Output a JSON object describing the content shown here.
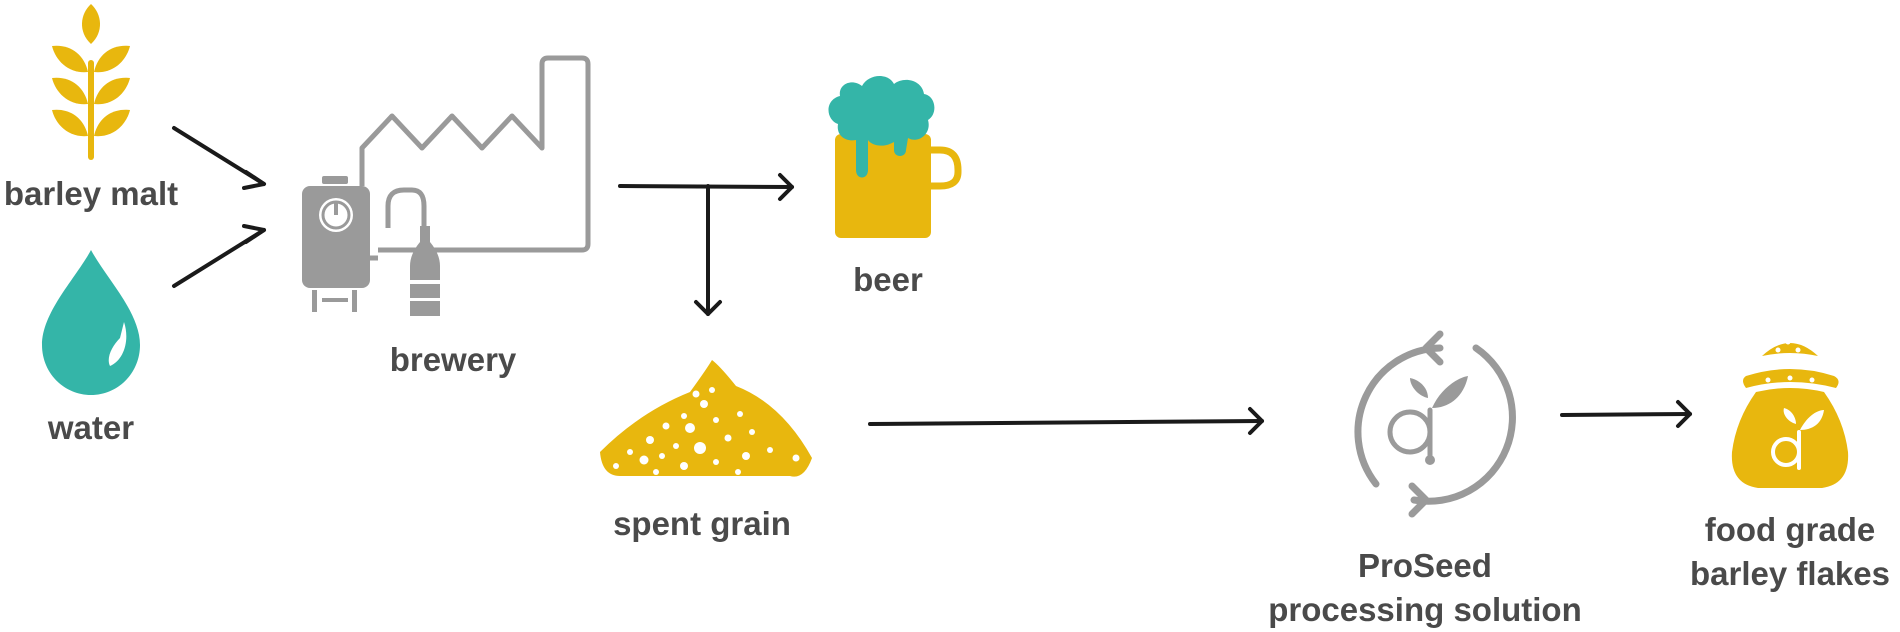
{
  "colors": {
    "yellow": "#E8B70E",
    "teal": "#34B5A8",
    "gray": "#9a9a9a",
    "text": "#4a4a4a",
    "arrow": "#1a1a1a"
  },
  "nodes": {
    "barley_malt": {
      "label": "barley malt",
      "icon": "wheat-icon"
    },
    "water": {
      "label": "water",
      "icon": "water-drop-icon"
    },
    "brewery": {
      "label": "brewery",
      "icon": "brewery-factory-icon"
    },
    "beer": {
      "label": "beer",
      "icon": "beer-mug-icon"
    },
    "spent_grain": {
      "label": "spent grain",
      "icon": "grain-pile-icon"
    },
    "proseed": {
      "label_line1": "ProSeed",
      "label_line2": "processing solution",
      "icon": "recycle-sprout-icon"
    },
    "flakes": {
      "label_line1": "food grade",
      "label_line2": "barley flakes",
      "icon": "grain-sack-icon"
    }
  },
  "edges": [
    {
      "from": "barley_malt",
      "to": "brewery"
    },
    {
      "from": "water",
      "to": "brewery"
    },
    {
      "from": "brewery",
      "to": "beer"
    },
    {
      "from": "brewery",
      "to": "spent_grain"
    },
    {
      "from": "spent_grain",
      "to": "proseed"
    },
    {
      "from": "proseed",
      "to": "flakes"
    }
  ]
}
